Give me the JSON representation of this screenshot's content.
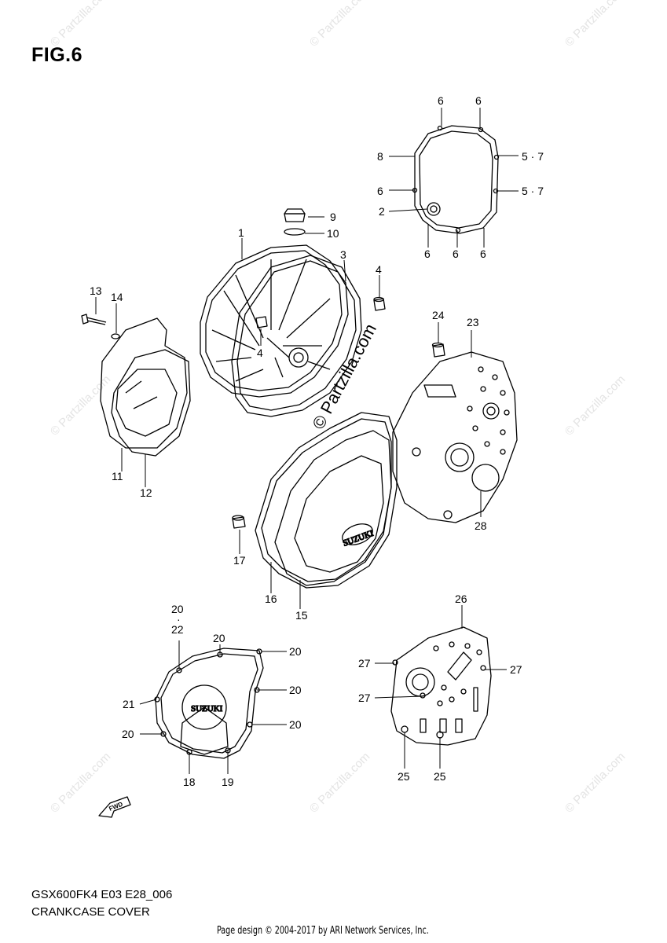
{
  "header": {
    "figure": "FIG.6"
  },
  "footer": {
    "model": "GSX600FK4 E03 E28_006",
    "section": "CRANKCASE COVER",
    "copyright": "Page design © 2004-2017 by ARI Network Services, Inc."
  },
  "watermark": {
    "text": "© Partzilla.com",
    "color": "#e4e4e4"
  },
  "direction_marker": "FWD",
  "brand_mark": "SUZUKI",
  "callouts": {
    "c1": "1",
    "c2": "2",
    "c3": "3",
    "c4a": "4",
    "c4b": "4",
    "c5a": "5 · 7",
    "c5b": "5 · 7",
    "c6a": "6",
    "c6b": "6",
    "c6c": "6",
    "c6d": "6",
    "c6e": "6",
    "c6f": "6",
    "c8": "8",
    "c9": "9",
    "c10": "10",
    "c11": "11",
    "c12": "12",
    "c13": "13",
    "c14": "14",
    "c15": "15",
    "c16": "16",
    "c17": "17",
    "c18": "18",
    "c19": "19",
    "c20a": "20",
    "c20dot": "·",
    "c22": "22",
    "c20b": "20",
    "c20c": "20",
    "c20d": "20",
    "c20e": "20",
    "c20f": "20",
    "c21": "21",
    "c23": "23",
    "c24": "24",
    "c25a": "25",
    "c25b": "25",
    "c26": "26",
    "c27a": "27",
    "c27b": "27",
    "c27c": "27",
    "c28": "28"
  }
}
